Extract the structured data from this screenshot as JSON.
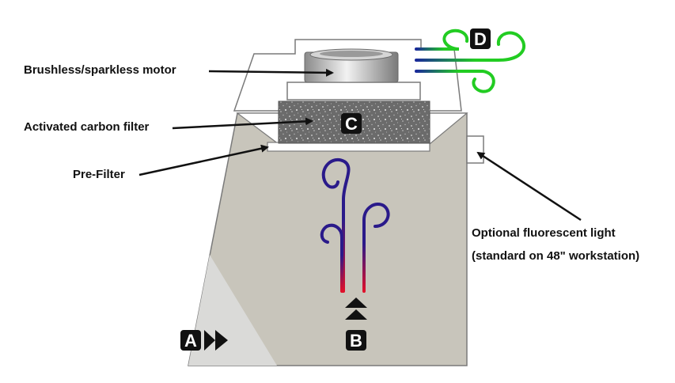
{
  "labels": {
    "motor": "Brushless/sparkless motor",
    "carbon": "Activated carbon filter",
    "prefilter": "Pre-Filter",
    "light_line1": "Optional fluorescent light",
    "light_line2": "(standard on 48\" workstation)"
  },
  "badges": {
    "a": "A",
    "b": "B",
    "c": "C",
    "d": "D"
  },
  "colors": {
    "cabinet": "#c8c5bb",
    "panel": "#dadad8",
    "outline": "#7a7a7a",
    "carbon": "#6b6b6b",
    "badge": "#111111",
    "flow_in_top": "#2a1a8a",
    "flow_in_bottom": "#e0102a",
    "flow_out_start": "#1a2a9a",
    "flow_out_end": "#22cc22"
  }
}
